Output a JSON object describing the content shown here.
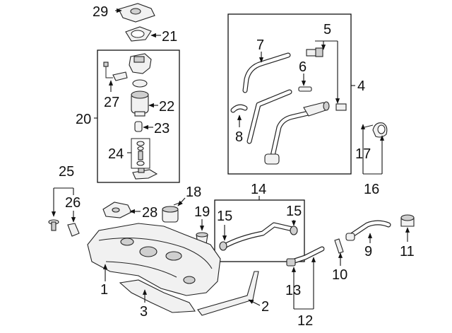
{
  "callouts": {
    "c1": "1",
    "c2": "2",
    "c3": "3",
    "c4": "4",
    "c5": "5",
    "c6": "6",
    "c7": "7",
    "c8": "8",
    "c9": "9",
    "c10": "10",
    "c11": "11",
    "c12": "12",
    "c13": "13",
    "c14": "14",
    "c15a": "15",
    "c15b": "15",
    "c16": "16",
    "c17": "17",
    "c18": "18",
    "c19": "19",
    "c20": "20",
    "c21": "21",
    "c22": "22",
    "c23": "23",
    "c24": "24",
    "c25": "25",
    "c26": "26",
    "c27": "27",
    "c28": "28",
    "c29": "29"
  }
}
